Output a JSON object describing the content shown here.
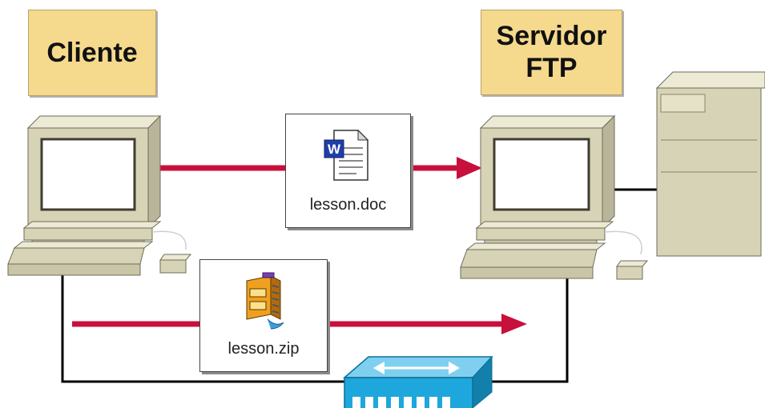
{
  "client": {
    "label": "Cliente"
  },
  "server": {
    "label_line1": "Servidor",
    "label_line2": "FTP"
  },
  "files": [
    {
      "name": "lesson.doc",
      "icon": "word-document-icon"
    },
    {
      "name": "lesson.zip",
      "icon": "winzip-archive-icon"
    }
  ],
  "colors": {
    "transfer_arrow": "#c8103c",
    "label_box": "#f5d98c",
    "computer_body": "#d7d3b6",
    "switch": "#1ea7dc",
    "cable": "#000000"
  }
}
